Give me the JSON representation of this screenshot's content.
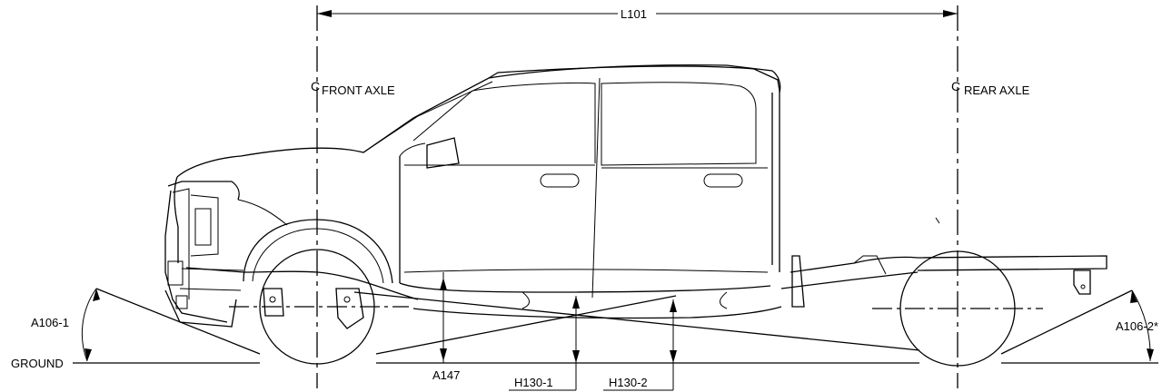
{
  "labels": {
    "overall_length": "L101",
    "front_axle": "FRONT AXLE",
    "rear_axle": "REAR AXLE",
    "centerline_symbol": "C",
    "approach_angle": "A106-1",
    "departure_angle": "A106-2*",
    "ground": "GROUND",
    "breakover_angle": "A147",
    "ground_clearance_1": "H130-1",
    "ground_clearance_2": "H130-2"
  }
}
